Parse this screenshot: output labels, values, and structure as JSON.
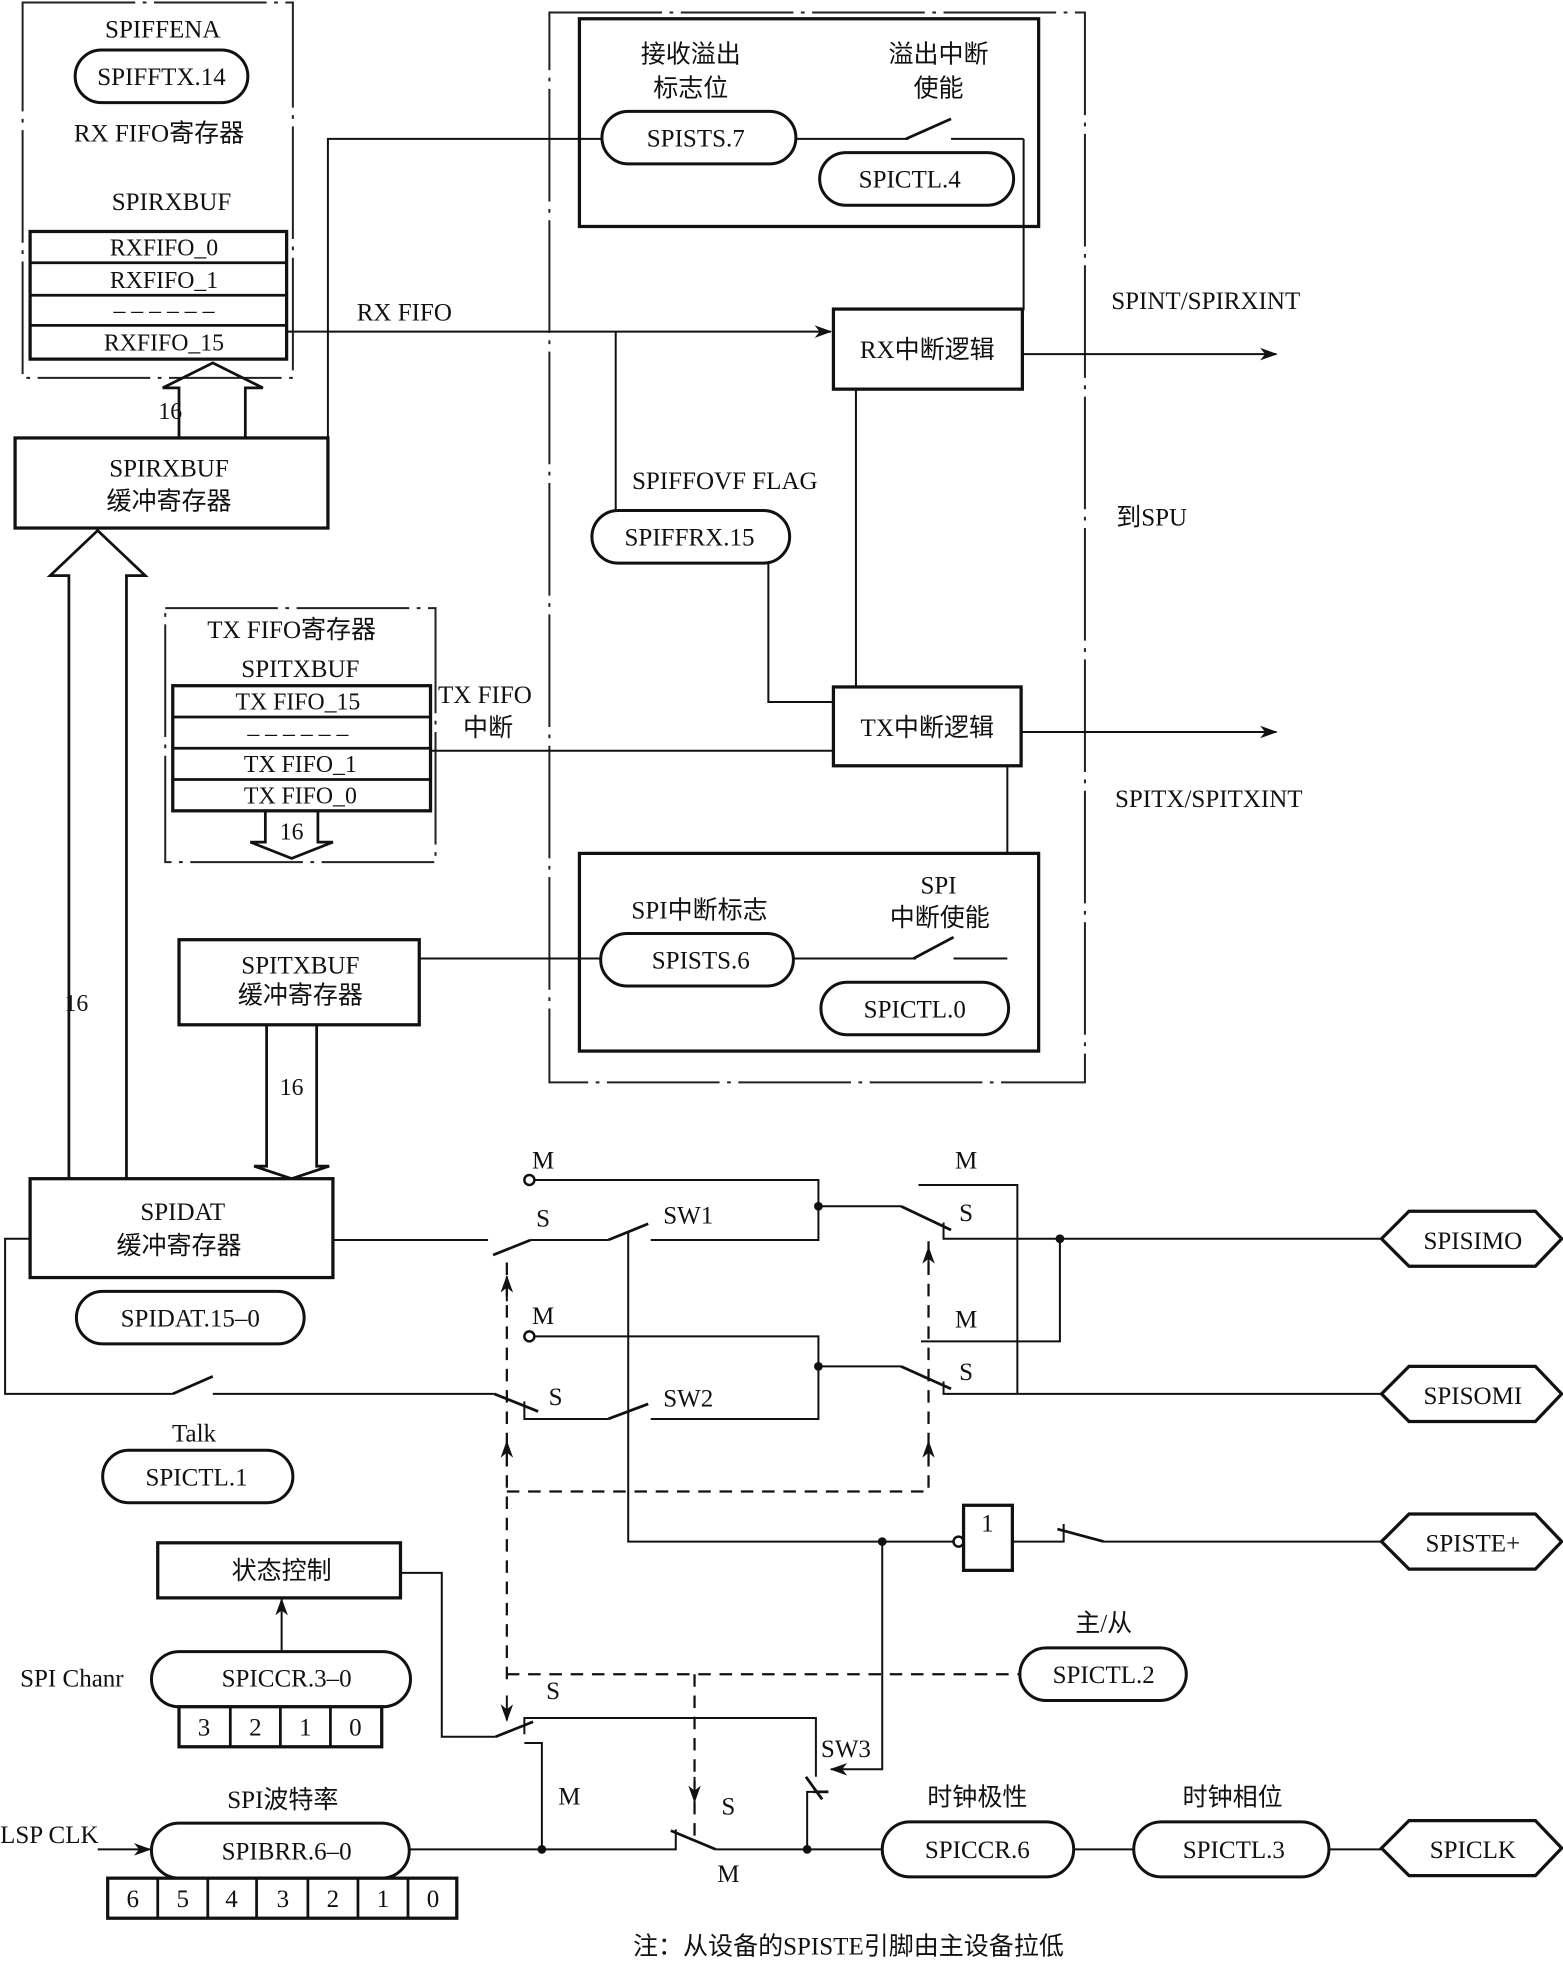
{
  "rx_fifo_group": {
    "enable_label": "SPIFFENA",
    "enable_reg": "SPIFFTX.14",
    "title": "RX FIFO寄存器",
    "buffer_label": "SPIRXBUF",
    "rows": [
      "RXFIFO_0",
      "RXFIFO_1",
      "– – – – – –",
      "RXFIFO_15"
    ],
    "bus_width": "16"
  },
  "rx_buffer": {
    "line1": "SPIRXBUF",
    "line2": "缓冲寄存器"
  },
  "rx_fifo_label": "RX FIFO",
  "overflow_group": {
    "flag_label_line1": "接收溢出",
    "flag_label_line2": "标志位",
    "flag_reg": "SPISTS.7",
    "enable_label_line1": "溢出中断",
    "enable_label_line2": "使能",
    "enable_reg": "SPICTL.4"
  },
  "rx_int_logic": "RX中断逻辑",
  "rx_int_output": "SPINT/SPIRXINT",
  "fifo_ovf": {
    "label": "SPIFFOVF FLAG",
    "reg": "SPIFFRX.15"
  },
  "to_cpu_label": "到SPU",
  "tx_fifo_group": {
    "title": "TX FIFO寄存器",
    "buffer_label": "SPITXBUF",
    "rows": [
      "TX FIFO_15",
      "– – – – – –",
      "TX FIFO_1",
      "TX FIFO_0"
    ],
    "bus_width": "16"
  },
  "tx_fifo_int_label_line1": "TX FIFO",
  "tx_fifo_int_label_line2": "中断",
  "tx_int_logic": "TX中断逻辑",
  "tx_int_output": "SPITX/SPITXINT",
  "spi_int_group": {
    "flag_label": "SPI中断标志",
    "flag_reg": "SPISTS.6",
    "enable_label_line1": "SPI",
    "enable_label_line2": "中断使能",
    "enable_reg": "SPICTL.0"
  },
  "tx_buffer": {
    "line1": "SPITXBUF",
    "line2": "缓冲寄存器",
    "bus_width": "16"
  },
  "rx_bus_width": "16",
  "spidat": {
    "line1": "SPIDAT",
    "line2": "缓冲寄存器",
    "reg": "SPIDAT.15–0"
  },
  "talk": {
    "label": "Talk",
    "reg": "SPICTL.1"
  },
  "switches": {
    "m": "M",
    "s": "S",
    "sw1": "SW1",
    "sw2": "SW2",
    "sw3": "SW3"
  },
  "pins": {
    "simo": "SPISIMO",
    "somi": "SPISOMI",
    "ste": "SPISTE+",
    "clk": "SPICLK"
  },
  "inverter_label": "1",
  "state_control": "状态控制",
  "char_len": {
    "label": "SPI Chanr",
    "reg": "SPICCR.3–0",
    "bits": [
      "3",
      "2",
      "1",
      "0"
    ]
  },
  "master_slave": {
    "label": "主/从",
    "reg": "SPICTL.2"
  },
  "baud": {
    "label": "SPI波特率",
    "clk_input": "LSP CLK",
    "reg": "SPIBRR.6–0",
    "bits": [
      "6",
      "5",
      "4",
      "3",
      "2",
      "1",
      "0"
    ]
  },
  "clock_polarity": {
    "label": "时钟极性",
    "reg": "SPICCR.6"
  },
  "clock_phase": {
    "label": "时钟相位",
    "reg": "SPICTL.3"
  },
  "note": "注：从设备的SPISTE引脚由主设备拉低"
}
